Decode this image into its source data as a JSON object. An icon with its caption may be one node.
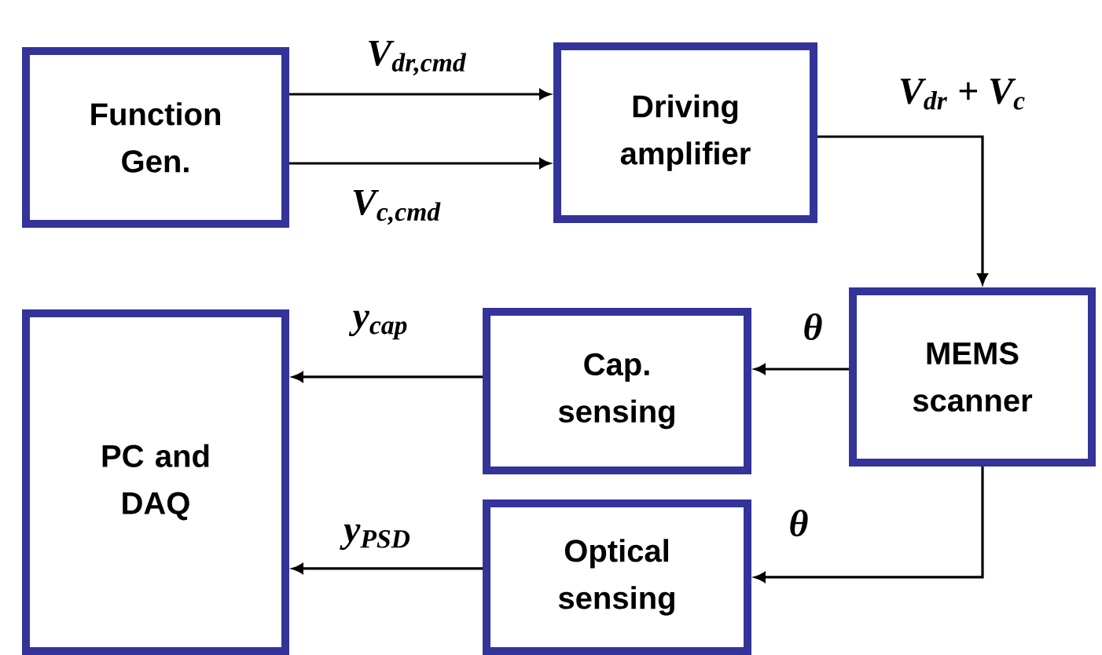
{
  "diagram": {
    "nodes": [
      {
        "text": [
          "Function Gen."
        ]
      },
      {
        "text": [
          "Driving amplifier"
        ]
      },
      {
        "text": [
          "MEMS scanner"
        ]
      },
      {
        "text": [
          "Cap. sensing"
        ]
      },
      {
        "text": [
          "Optical sensing"
        ]
      },
      {
        "text": [
          "PC and DAQ"
        ]
      }
    ],
    "edges": [
      {
        "from": 0,
        "to": 1,
        "arrow": "to",
        "label": "V$_{dr,cmd}$"
      },
      {
        "from": 0,
        "to": 1,
        "arrow": "to",
        "label": "V$_{c,cmd}$"
      },
      {
        "from": 1,
        "to": 2,
        "arrow": "to",
        "label": "V$_{dr}$ + V$_{c}$"
      },
      {
        "from": 2,
        "to": 3,
        "arrow": "to",
        "label": "θ"
      },
      {
        "from": 2,
        "to": 4,
        "arrow": "to",
        "label": "θ"
      },
      {
        "from": 3,
        "to": 5,
        "arrow": "to",
        "label": "y$_{cap}$"
      },
      {
        "from": 4,
        "to": 5,
        "arrow": "to",
        "label": "y$_{PSD}$"
      }
    ]
  }
}
